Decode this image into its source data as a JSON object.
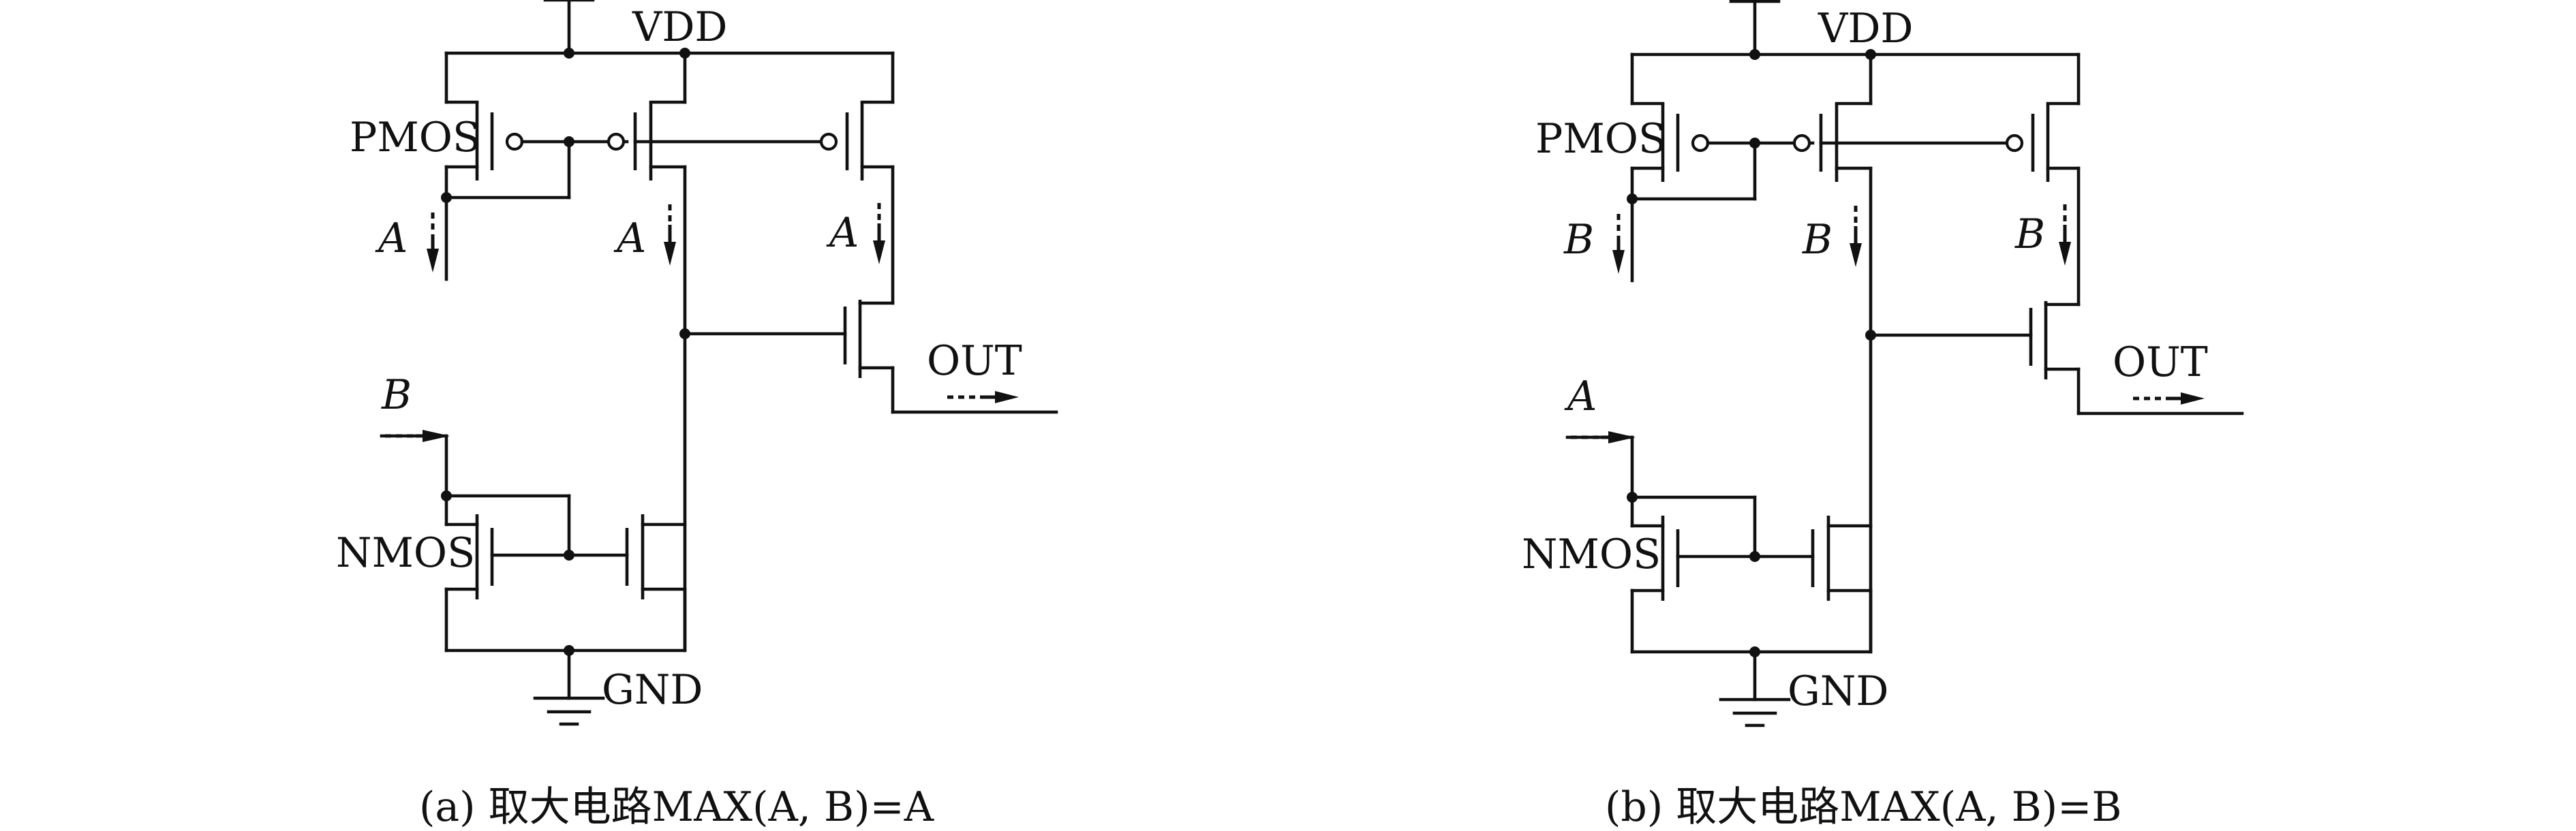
{
  "panels": [
    {
      "vdd": "VDD",
      "gnd": "GND",
      "pmos": "PMOS",
      "nmos": "NMOS",
      "out": "OUT",
      "current_pmos_left": "A",
      "current_pmos_mid": "A",
      "current_pmos_right": "A",
      "nmos_input": "B",
      "caption": "(a) 取大电路MAX(A, B)=A"
    },
    {
      "vdd": "VDD",
      "gnd": "GND",
      "pmos": "PMOS",
      "nmos": "NMOS",
      "out": "OUT",
      "current_pmos_left": "B",
      "current_pmos_mid": "B",
      "current_pmos_right": "B",
      "nmos_input": "A",
      "caption": "(b) 取大电路MAX(A, B)=B"
    }
  ]
}
